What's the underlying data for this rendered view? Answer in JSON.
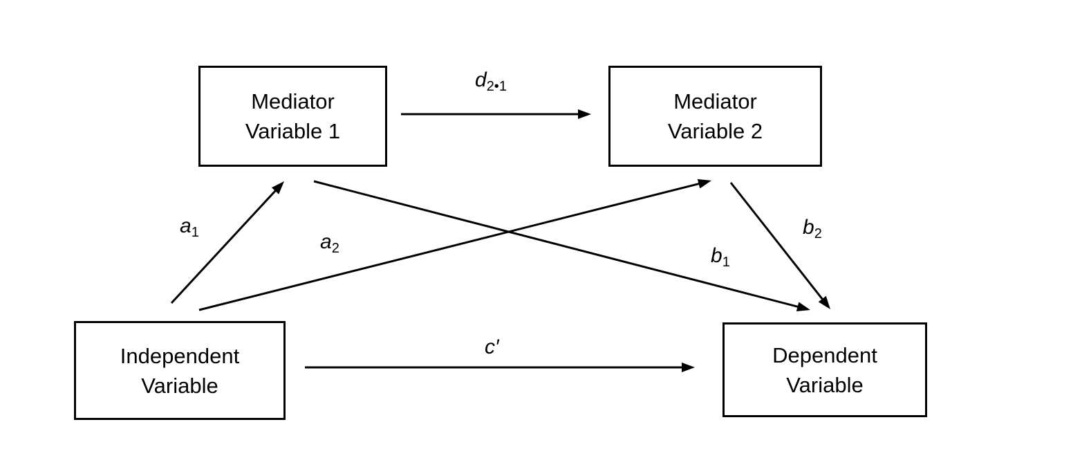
{
  "nodes": {
    "mediator_1": {
      "line1": "Mediator",
      "line2": "Variable 1"
    },
    "mediator_2": {
      "line1": "Mediator",
      "line2": "Variable 2"
    },
    "independent": {
      "line1": "Independent",
      "line2": "Variable"
    },
    "dependent": {
      "line1": "Dependent",
      "line2": "Variable"
    }
  },
  "paths": {
    "d21": {
      "symbol": "d",
      "subscript": "2•1"
    },
    "a1": {
      "symbol": "a",
      "subscript": "1"
    },
    "a2": {
      "symbol": "a",
      "subscript": "2"
    },
    "b1": {
      "symbol": "b",
      "subscript": "1"
    },
    "b2": {
      "symbol": "b",
      "subscript": "2"
    },
    "c_prime": {
      "symbol": "c′"
    }
  },
  "edges": [
    {
      "id": "edge-d21",
      "from": "mediator_1",
      "to": "mediator_2",
      "label": "d21"
    },
    {
      "id": "edge-a1",
      "from": "independent",
      "to": "mediator_1",
      "label": "a1"
    },
    {
      "id": "edge-a2",
      "from": "independent",
      "to": "mediator_2",
      "label": "a2"
    },
    {
      "id": "edge-b1",
      "from": "mediator_1",
      "to": "dependent",
      "label": "b1"
    },
    {
      "id": "edge-b2",
      "from": "mediator_2",
      "to": "dependent",
      "label": "b2"
    },
    {
      "id": "edge-c-prime",
      "from": "independent",
      "to": "dependent",
      "label": "c_prime"
    }
  ],
  "colors": {
    "stroke": "#000000",
    "background": "#ffffff"
  }
}
